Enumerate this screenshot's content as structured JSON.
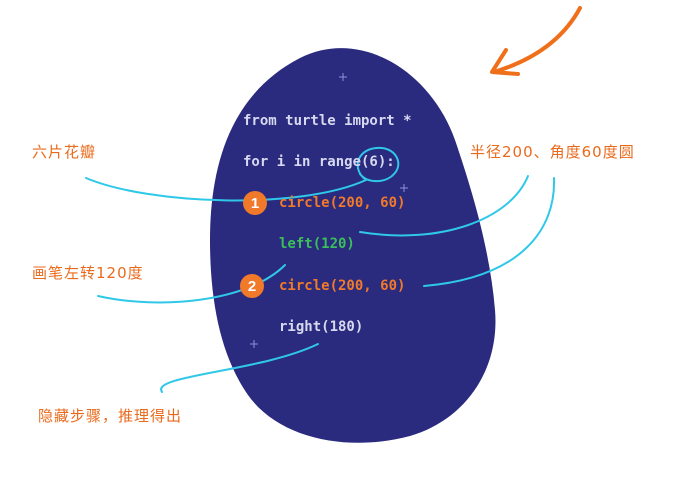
{
  "code": {
    "line1": "from turtle import *",
    "line2": "for i in range(6):",
    "line3": "circle(200, 60)",
    "line4": "left(120)",
    "line5": "circle(200, 60)",
    "line6": "right(180)"
  },
  "badges": {
    "first": "1",
    "second": "2"
  },
  "annotations": {
    "petals": "六片花瓣",
    "radius_angle": "半径200、角度60度圆",
    "turn_left": "画笔左转120度",
    "hidden_step": "隐藏步骤，推理得出"
  },
  "colors": {
    "blob": "#2a2a7e",
    "accent": "#f07a2a",
    "annotation_text": "#ea6a1c",
    "connector": "#2fc8e8",
    "green_code": "#3bbf5a",
    "plain_code": "#d7d9f0"
  }
}
